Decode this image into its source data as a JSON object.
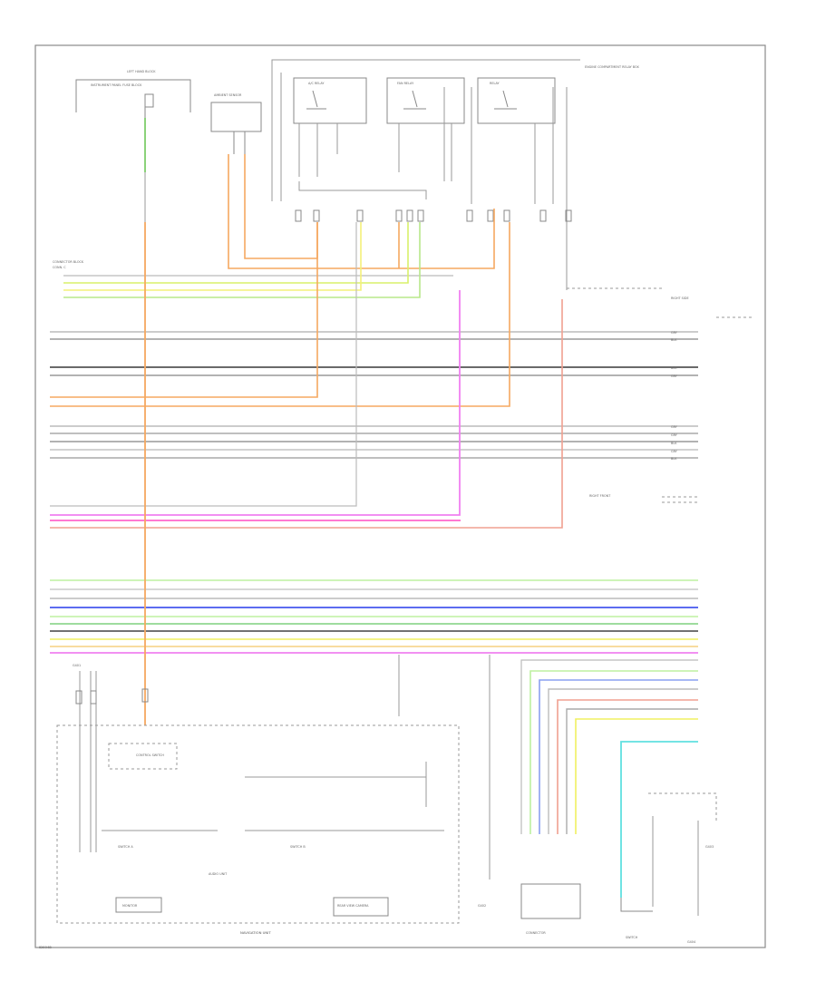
{
  "diagram": {
    "footer_code": "ID0048",
    "components": {
      "left_fuse_label": "LEFT HAND BLOCK",
      "left_fuse_sub": "INSTRUMENT PANEL FUSE BLOCK",
      "relay_left": "A/C RELAY",
      "relay_center": "FAN RELAY",
      "relay_right": "RELAY",
      "sensor_box": "AMBIENT SENSOR",
      "right_top_label": "ENGINE COMPARTMENT RELAY BOX",
      "hvac_unit": "AUDIO UNIT",
      "nav_label": "NAVIGATION UNIT",
      "nav_lower_left": "MONITOR",
      "nav_lower_right": "REAR VIEW CAMERA",
      "sub_left": "SWITCH A",
      "sub_right": "SWITCH B",
      "sub_box_top": "CONTROL SWITCH",
      "left_ground": "G401",
      "center_ground": "G402",
      "bottom_connector": "CONNECTOR",
      "bottom_ground_right": "G403",
      "bottom_switch": "SWITCH",
      "far_right_ground": "G404"
    }
  }
}
